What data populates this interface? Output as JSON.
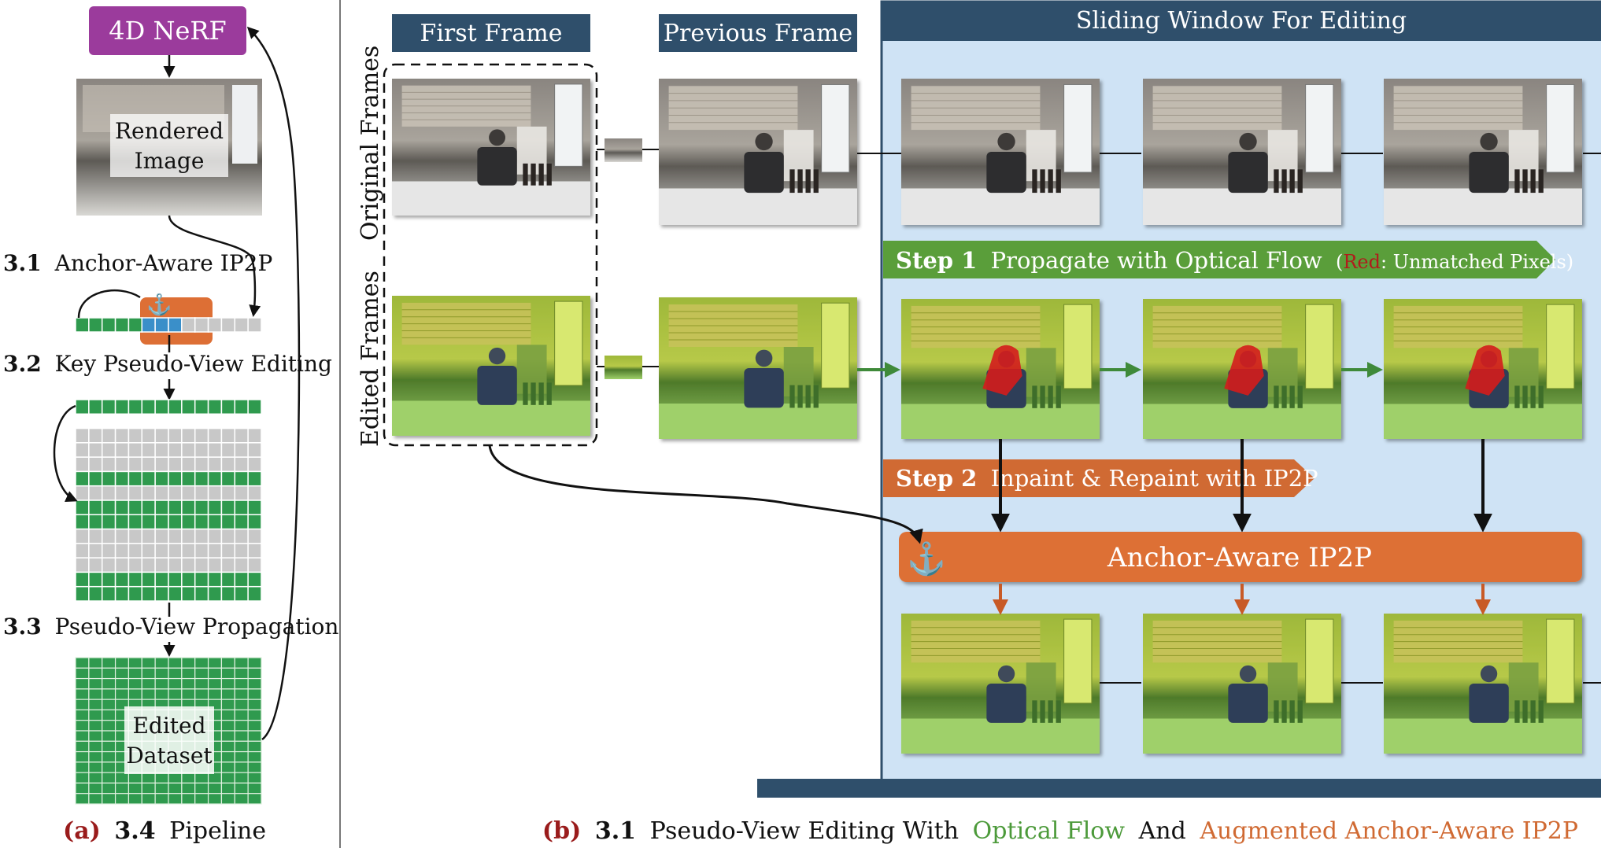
{
  "left_panel": {
    "nerf_label": "4D NeRF",
    "rendered_label_line1": "Rendered",
    "rendered_label_line2": "Image",
    "step31_num": "3.1",
    "step31_text": "Anchor-Aware IP2P",
    "step32_num": "3.2",
    "step32_text": "Key Pseudo-View Editing",
    "step33_num": "3.3",
    "step33_text": "Pseudo-View Propagation",
    "dataset_label_line1": "Edited",
    "dataset_label_line2": "Dataset",
    "caption_letter": "(a)",
    "caption_num": "3.4",
    "caption_text": "Pipeline"
  },
  "right_panel": {
    "first_frame_label": "First Frame",
    "previous_frame_label": "Previous Frame",
    "window_title": "Sliding Window For Editing",
    "row_label_original": "Original Frames",
    "row_label_edited": "Edited Frames",
    "step1_bold": "Step 1",
    "step1_text": "Propagate with Optical Flow",
    "step1_paren_open": "(",
    "step1_red": "Red",
    "step1_rest": ": Unmatched Pixels)",
    "step2_bold": "Step 2",
    "step2_text": "Inpaint & Repaint with IP2P",
    "anchor_box_label": "Anchor-Aware IP2P",
    "caption_letter": "(b)",
    "caption_num": "3.1",
    "caption_part1": "Pseudo-View Editing With",
    "caption_green": "Optical Flow",
    "caption_and": "And",
    "caption_orange": "Augmented Anchor-Aware IP2P"
  },
  "colors": {
    "nerf_purple": "#9b3b9c",
    "header_navy": "#2f4f6b",
    "window_fill": "#cfe3f5",
    "window_border": "#3a6e9c",
    "step1_green": "#5a9e3a",
    "step2_orange": "#d06a33",
    "anchor_orange": "#dd6f35",
    "grid_green": "#2f9a4e",
    "grid_gray": "#c8c8c8",
    "grid_blue": "#3a8fc9",
    "caption_red": "#9a1c1c",
    "caption_green": "#4c9a3a",
    "caption_orange": "#d06a33"
  }
}
